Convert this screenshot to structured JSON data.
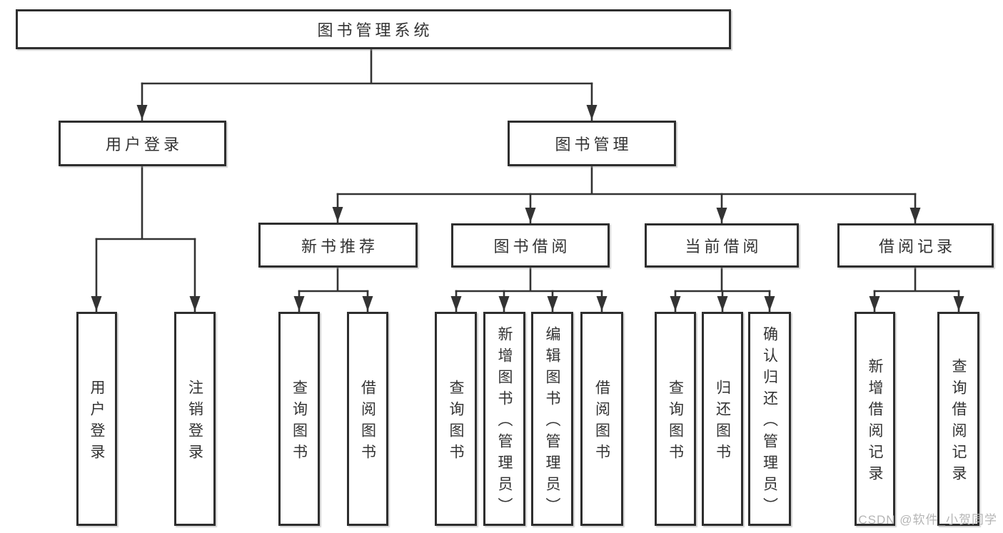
{
  "diagram": {
    "type": "hierarchy-tree",
    "title": "图书管理系统"
  },
  "nodes": {
    "root": {
      "label": "图书管理系统"
    },
    "user_login": {
      "label": "用户登录"
    },
    "book_mgmt": {
      "label": "图书管理"
    },
    "new_book_rec": {
      "label": "新书推荐"
    },
    "book_borrow": {
      "label": "图书借阅"
    },
    "current_borrow": {
      "label": "当前借阅"
    },
    "borrow_records": {
      "label": "借阅记录"
    },
    "ul_user_login": {
      "label": "用户登录"
    },
    "ul_logout": {
      "label": "注销登录"
    },
    "nbr_query_books": {
      "label": "查询图书"
    },
    "nbr_borrow_books": {
      "label": "借阅图书"
    },
    "bb_query_books": {
      "label": "查询图书"
    },
    "bb_add_books": {
      "label": "新增图书（管理员）"
    },
    "bb_edit_books": {
      "label": "编辑图书（管理员）"
    },
    "bb_borrow_books": {
      "label": "借阅图书"
    },
    "cb_query_books": {
      "label": "查询图书"
    },
    "cb_return_books": {
      "label": "归还图书"
    },
    "cb_confirm_return": {
      "label": "确认归还（管理员）"
    },
    "br_add_record": {
      "label": "新增借阅记录"
    },
    "br_query_record": {
      "label": "查询借阅记录"
    }
  },
  "watermark": {
    "text": "CSDN @软件_小贺同学",
    "color": "#b5b5b5"
  },
  "colors": {
    "line": "#333333",
    "border": "#2e2e2e",
    "text": "#333333",
    "background": "#ffffff"
  }
}
